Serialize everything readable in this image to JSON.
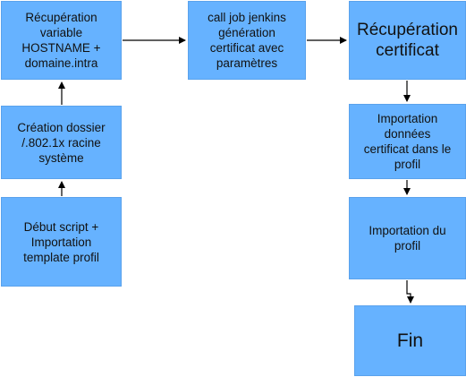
{
  "nodes": {
    "recup_hostname": "Récupération\nvariable\nHOSTNAME +\ndomaine.intra",
    "creation_dossier": "Création dossier\n/.802.1x racine\nsystème",
    "debut_script": "Début script +\nImportation\ntemplate profil",
    "call_jenkins": "call job jenkins\ngénération\ncertificat avec\nparamètres",
    "recup_certificat": "Récupération\ncertificat",
    "importation_donnees": "Importation\ndonnées\ncertificat dans le\nprofil",
    "importation_profil": "Importation du\nprofil",
    "fin": "Fin"
  },
  "colors": {
    "box_fill": "#66b2ff",
    "arrow": "#000000"
  }
}
